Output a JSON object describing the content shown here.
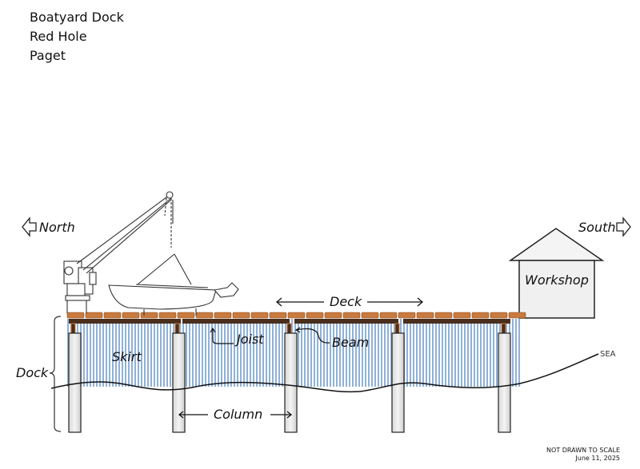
{
  "title": {
    "line1": "Boatyard Dock",
    "line2": "Red Hole",
    "line3": "Paget"
  },
  "directions": {
    "north": "North",
    "south": "South"
  },
  "labels": {
    "deck": "Deck",
    "joist": "Joist",
    "beam": "Beam",
    "skirt": "Skirt",
    "dock": "Dock",
    "column": "Column",
    "workshop": "Workshop",
    "sea": "SEA"
  },
  "footer": {
    "scale_note": "NOT DRAWN TO SCALE",
    "date": "June 11, 2025"
  },
  "colors": {
    "deck_plank": "#c97a3e",
    "beam": "#4a2e1c",
    "skirt_stripe": "#8fb0d8",
    "column": "#e4e4e4",
    "workshop_fill": "#f0f0f0"
  }
}
